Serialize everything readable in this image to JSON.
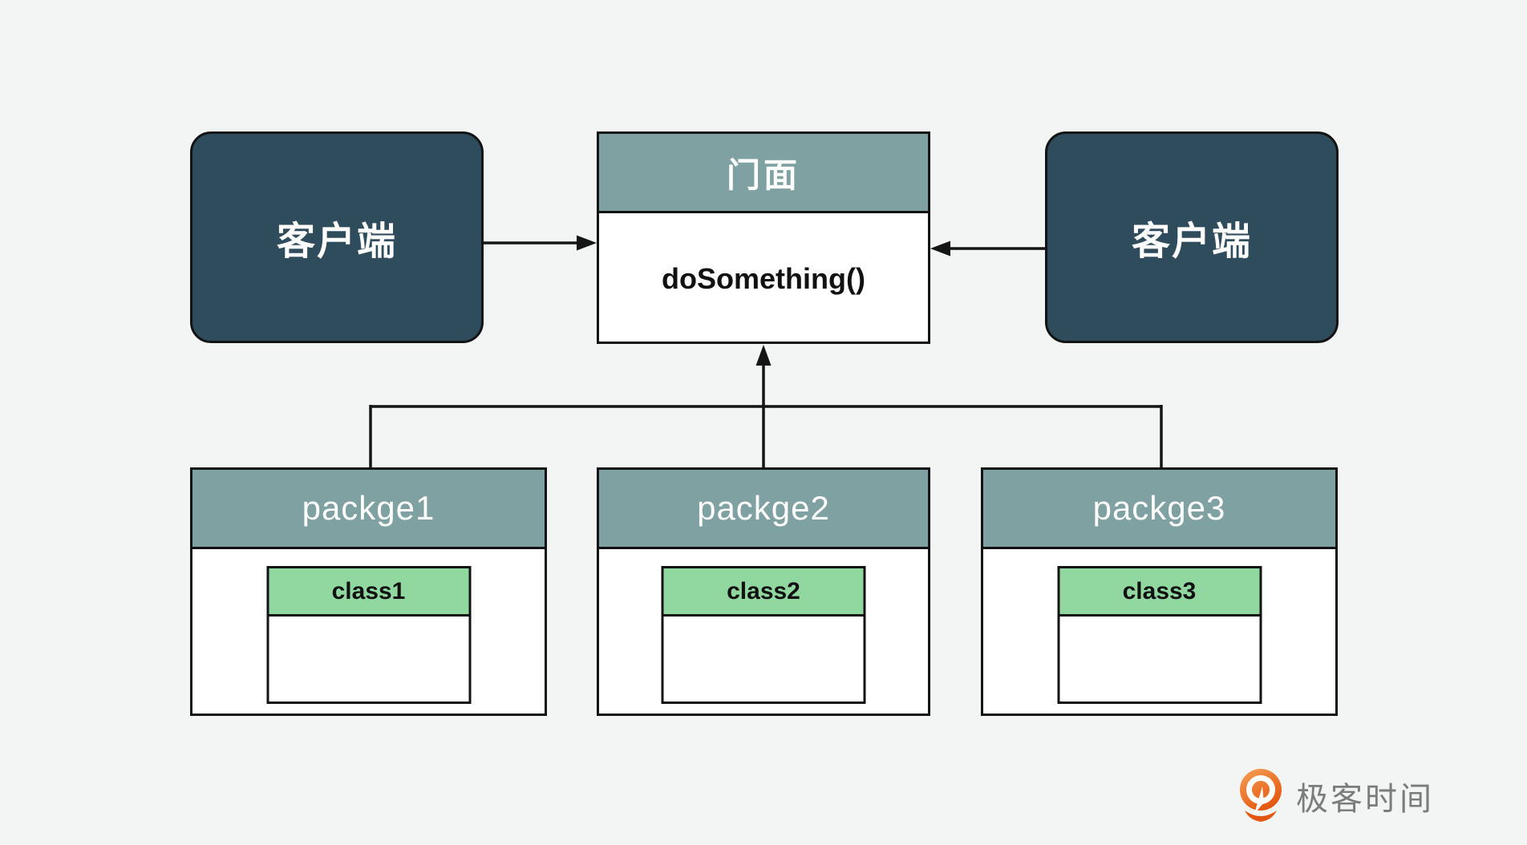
{
  "page": {
    "background_color": "#F3F5F4",
    "line_color": "#151515"
  },
  "diagram": {
    "clients": {
      "left_label": "客户端",
      "right_label": "客户端"
    },
    "facade": {
      "title": "门面",
      "method": "doSomething()"
    },
    "packages": [
      {
        "title": "packge1",
        "class_name": "class1"
      },
      {
        "title": "packge2",
        "class_name": "class2"
      },
      {
        "title": "packge3",
        "class_name": "class3"
      }
    ],
    "colors": {
      "client_fill": "#2F4C5C",
      "section_header_fill": "#7FA1A1",
      "class_header_fill": "#90D8A0"
    }
  },
  "branding": {
    "logo_text": "极客时间",
    "logo_orange": "#E9662C",
    "text_color": "#7C7C7C"
  }
}
